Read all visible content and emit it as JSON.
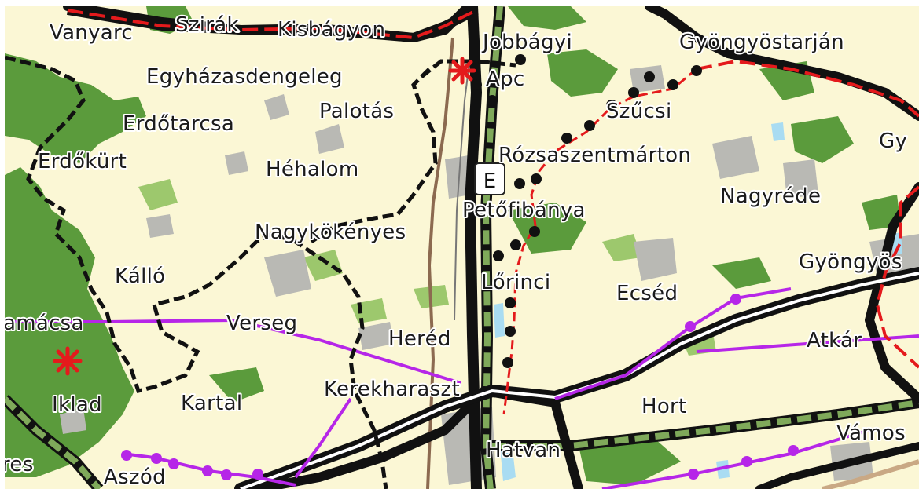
{
  "map": {
    "colors": {
      "background": "#fbf7d5",
      "forest": "#5b9b3c",
      "forest_light": "#8cbf5a",
      "settlement": "#b9b9b4",
      "water": "#a9dcf2",
      "county_border": "#e41a1c",
      "road_main": "#111111",
      "railway": "#777777",
      "purple_route": "#b626e8",
      "green_route": "#7fa95a",
      "brown_line": "#8c6a50"
    },
    "icons": [
      "red-asterisk-icon",
      "red-asterisk-icon"
    ],
    "marker": {
      "label": "E"
    },
    "places": [
      "Vanyarc",
      "Szirák",
      "Kisbágyon",
      "Jobbágyi",
      "Gyöngyöstarján",
      "Egyházasdengeleg",
      "Apc",
      "Palotás",
      "Szűcsi",
      "Erdőtarcsa",
      "Gy",
      "Rózsaszentmárton",
      "Erdőkürt",
      "Héhalom",
      "Nagyréde",
      "Petőfibánya",
      "Nagykökényes",
      "Gyöngyös",
      "Kálló",
      "Lőrinci",
      "Ecséd",
      "amácsa",
      "Verseg",
      "Atkár",
      "Heréd",
      "Kerekharaszt",
      "Iklad",
      "Kartal",
      "Hort",
      "Vámos",
      "Hatvan",
      "res",
      "Aszód"
    ]
  }
}
